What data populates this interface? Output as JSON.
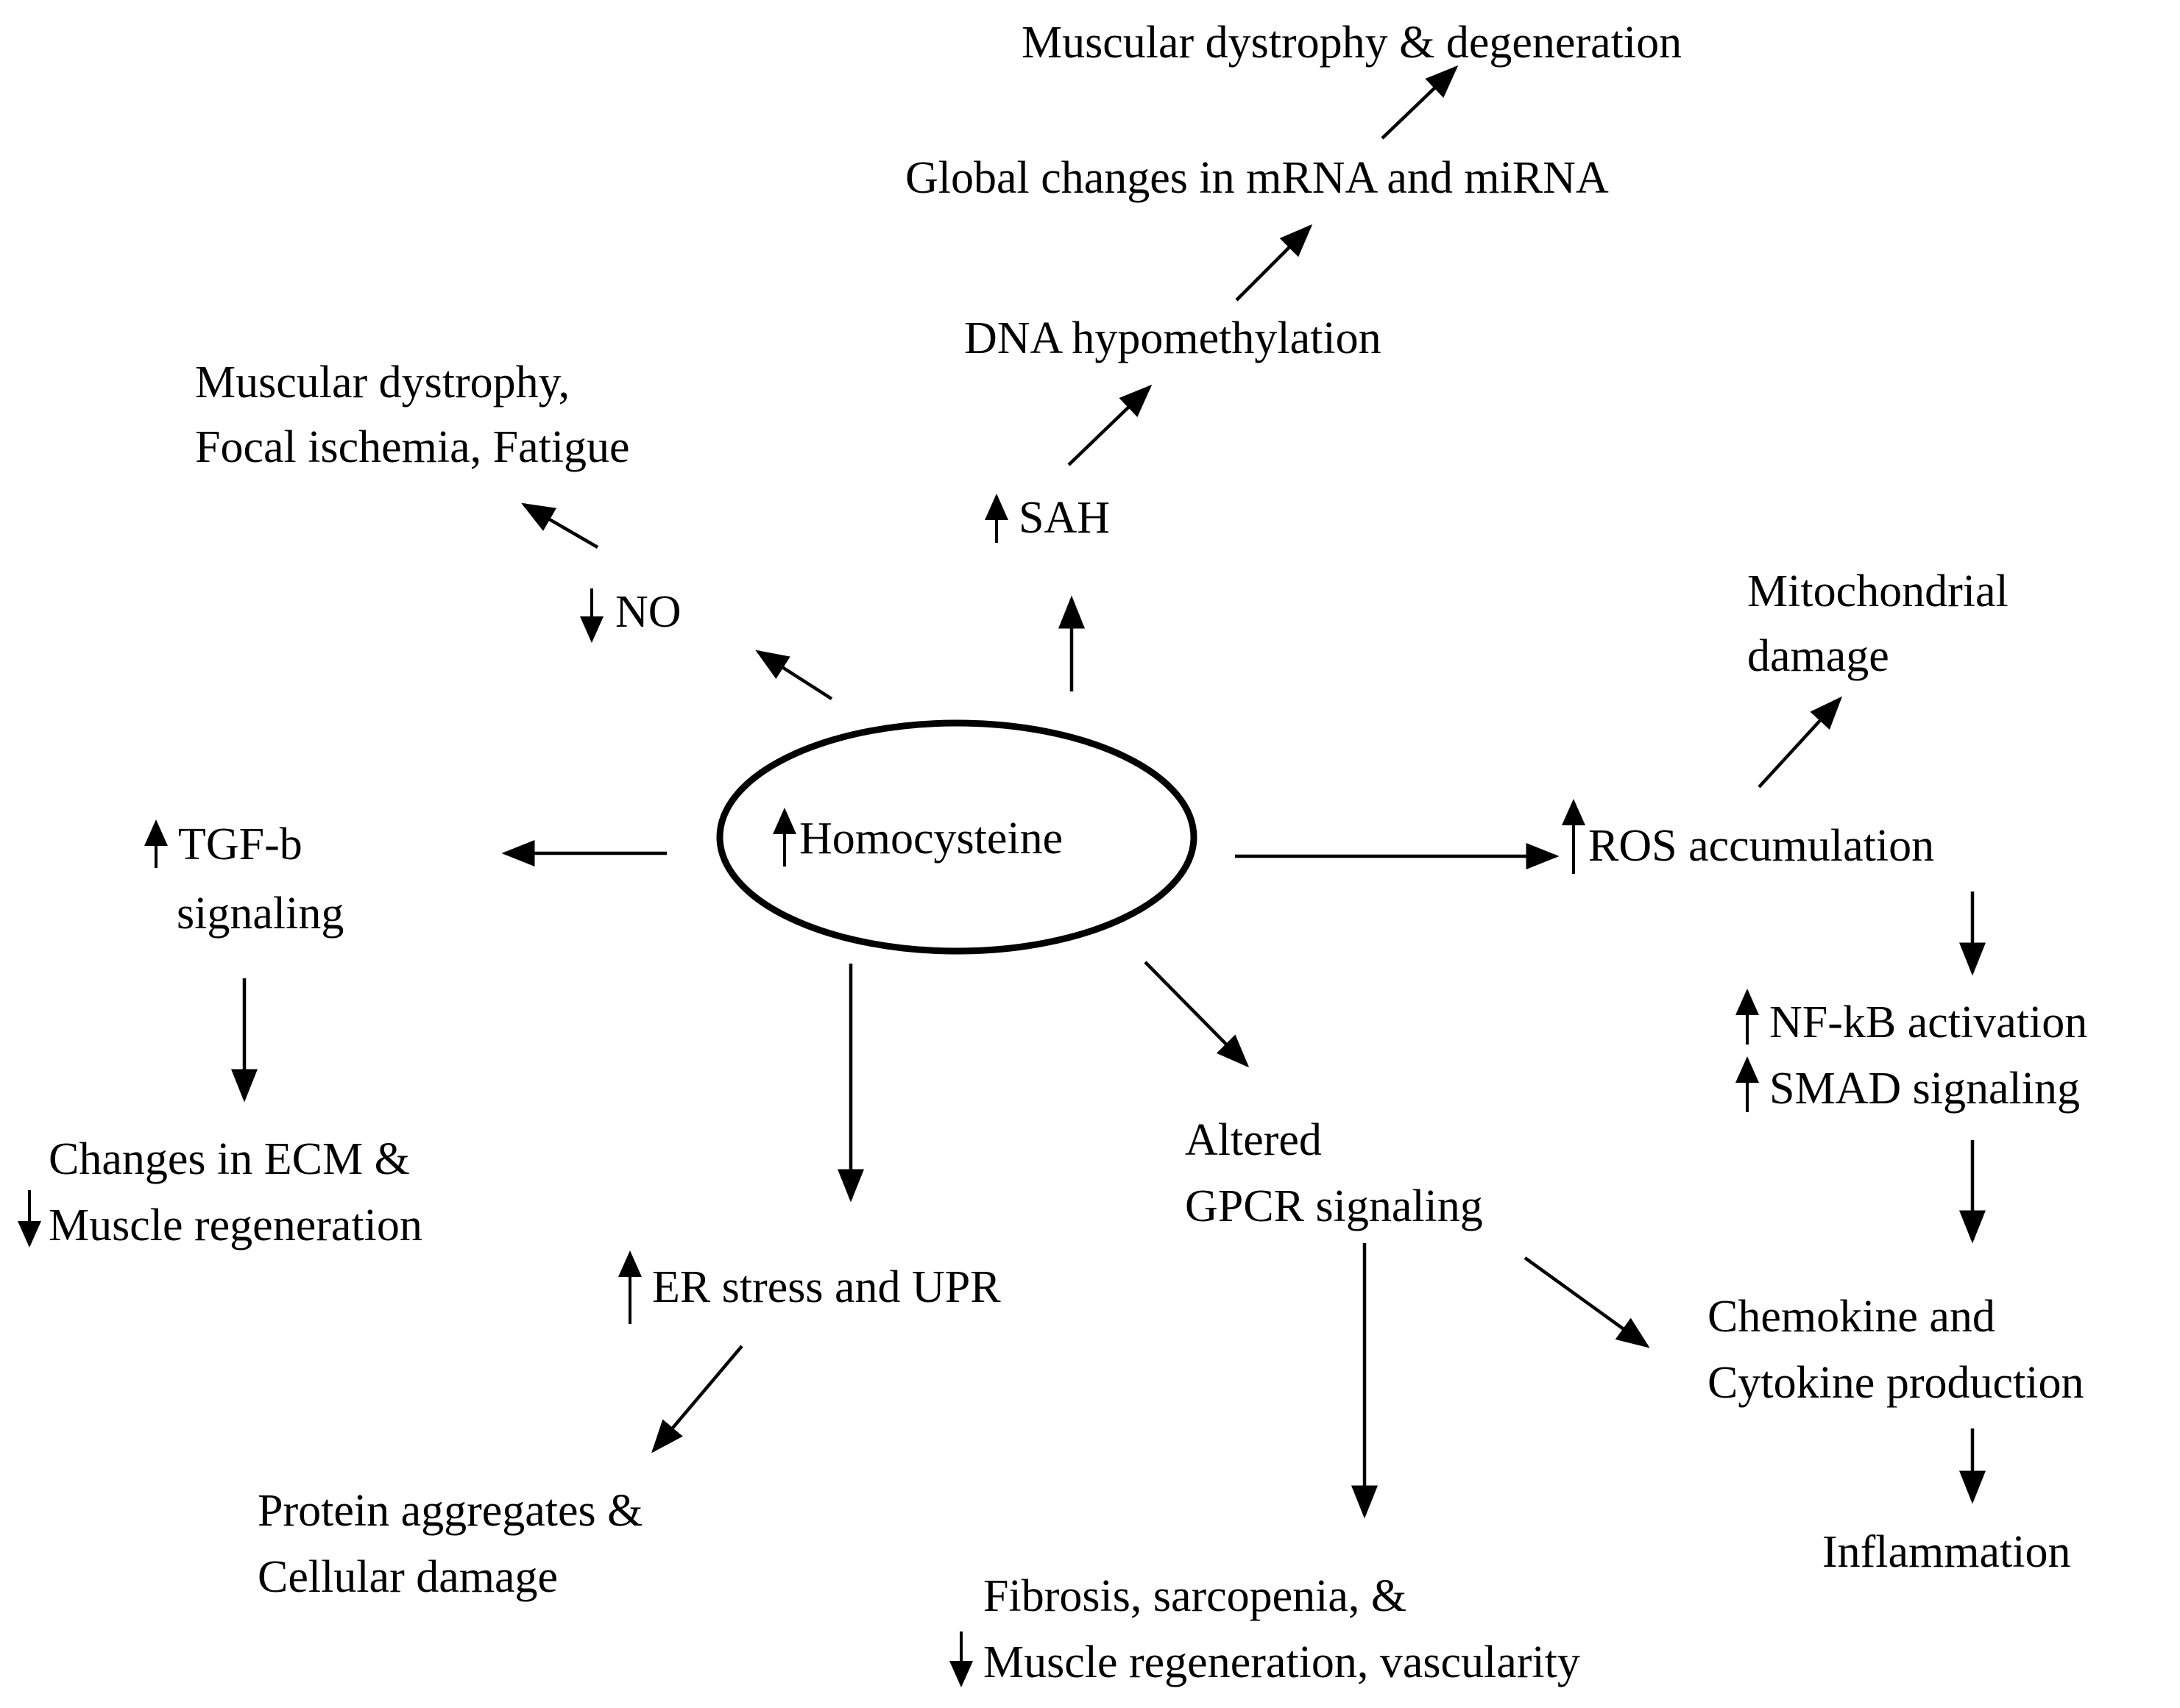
{
  "center": {
    "label": "Homocysteine",
    "indicator": "up"
  },
  "nodes": {
    "muscular_dystrophy_degeneration": {
      "line1": "Muscular dystrophy  & degeneration"
    },
    "global_changes": {
      "line1": "Global changes in mRNA and miRNA"
    },
    "dna_hypomethylation": {
      "line1": "DNA hypomethylation"
    },
    "sah": {
      "line1": "SAH",
      "indicator": "up"
    },
    "muscular_dystrophy_ischemia": {
      "line1": "Muscular dystrophy,",
      "line2": "Focal ischemia, Fatigue"
    },
    "no": {
      "line1": "NO",
      "indicator": "down"
    },
    "mitochondrial_damage": {
      "line1": "Mitochondrial",
      "line2": "damage"
    },
    "ros_accumulation": {
      "line1": "ROS accumulation",
      "indicator": "up"
    },
    "tgf_b": {
      "line1": "TGF-b",
      "line2": "signaling",
      "indicator": "up"
    },
    "nfkb_smad": {
      "line1": "NF-kB activation",
      "line2": "SMAD signaling",
      "indicator1": "up",
      "indicator2": "up"
    },
    "ecm_changes": {
      "line1": "Changes in ECM &",
      "line2": "Muscle regeneration",
      "indicator2": "down"
    },
    "altered_gpcr": {
      "line1": "Altered",
      "line2": "GPCR signaling"
    },
    "er_stress": {
      "line1": "ER stress and UPR",
      "indicator": "up"
    },
    "chemokine_cytokine": {
      "line1": "Chemokine and",
      "line2": "Cytokine production"
    },
    "protein_aggregates": {
      "line1": "Protein aggregates &",
      "line2": "Cellular damage"
    },
    "inflammation": {
      "line1": "Inflammation"
    },
    "fibrosis": {
      "line1": "Fibrosis, sarcopenia,  &",
      "line2": "Muscle regeneration, vascularity",
      "indicator2": "down"
    }
  }
}
